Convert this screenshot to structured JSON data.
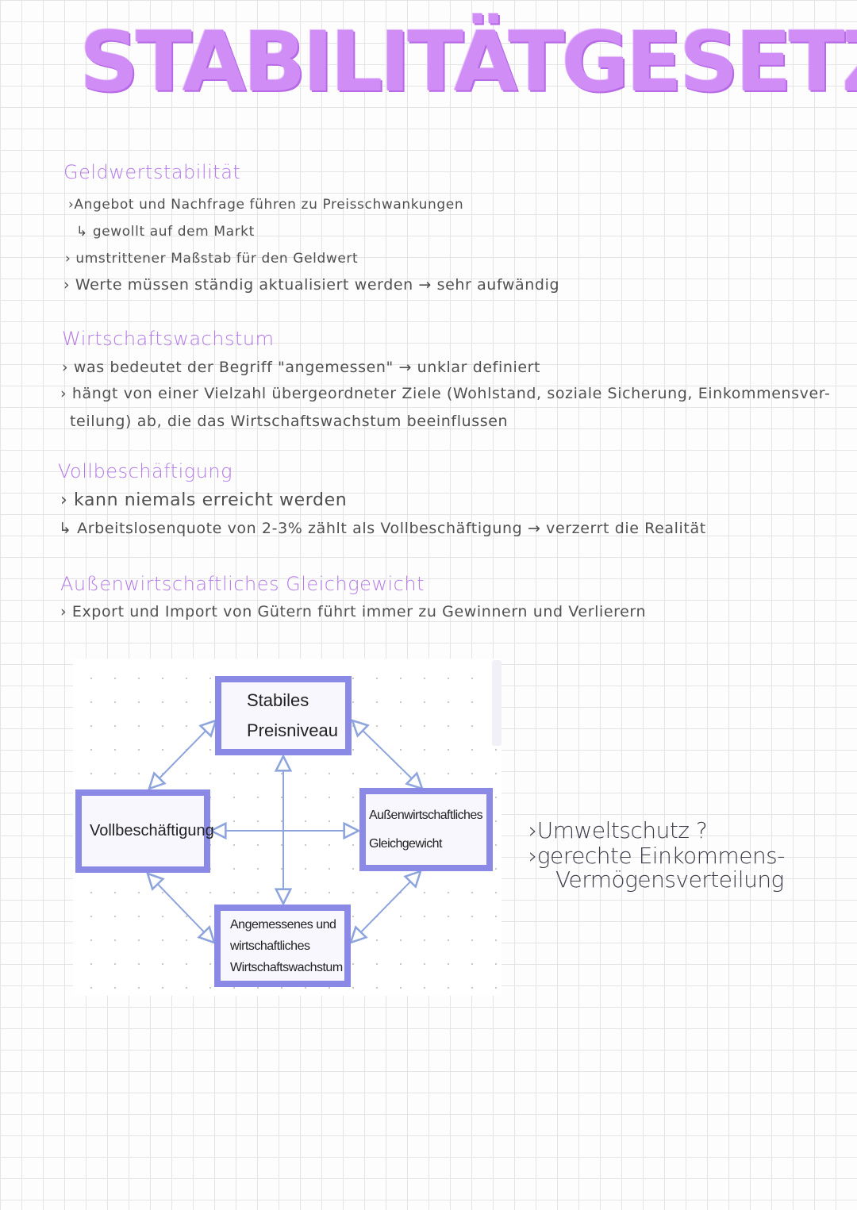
{
  "title": "STABILITÄTGESETZ",
  "sections": [
    {
      "heading": "Geldwertstabilität",
      "lines": [
        "›Angebot und Nachfrage führen zu Preisschwankungen",
        "↳ gewollt auf dem Markt",
        "› umstrittener Maßstab für den Geldwert",
        "› Werte müssen ständig aktualisiert werden → sehr aufwändig"
      ]
    },
    {
      "heading": "Wirtschaftswachstum",
      "lines": [
        "› was bedeutet der Begriff \"angemessen\" → unklar definiert",
        "› hängt von einer Vielzahl übergeordneter Ziele (Wohlstand, soziale Sicherung, Einkommensver-",
        "teilung) ab, die das Wirtschaftswachstum beeinflussen"
      ]
    },
    {
      "heading": "Vollbeschäftigung",
      "lines": [
        "› kann niemals erreicht werden",
        "↳ Arbeitslosenquote von 2-3% zählt als Vollbeschäftigung → verzerrt die Realität"
      ]
    },
    {
      "heading": "Außenwirtschaftliches Gleichgewicht",
      "lines": [
        "› Export und Import von Gütern führt immer zu Gewinnern und Verlierern"
      ]
    }
  ],
  "diagram": {
    "top": [
      "Stabiles",
      "Preisniveau"
    ],
    "left": [
      "Vollbeschäftigung"
    ],
    "right": [
      "Außenwirtschaftliches",
      "Gleichgewicht"
    ],
    "bottom": [
      "Angemessenes und",
      "wirtschaftliches",
      "Wirtschaftswachstum"
    ]
  },
  "side_notes": [
    "›Umweltschutz ?",
    "›gerechte Einkommens-",
    "Vermögensverteilung"
  ],
  "colors": {
    "title": "#cf8df5",
    "heading": "#b57ae8",
    "box_border": "#8a8ae6",
    "arrow": "#8ea4dc"
  }
}
